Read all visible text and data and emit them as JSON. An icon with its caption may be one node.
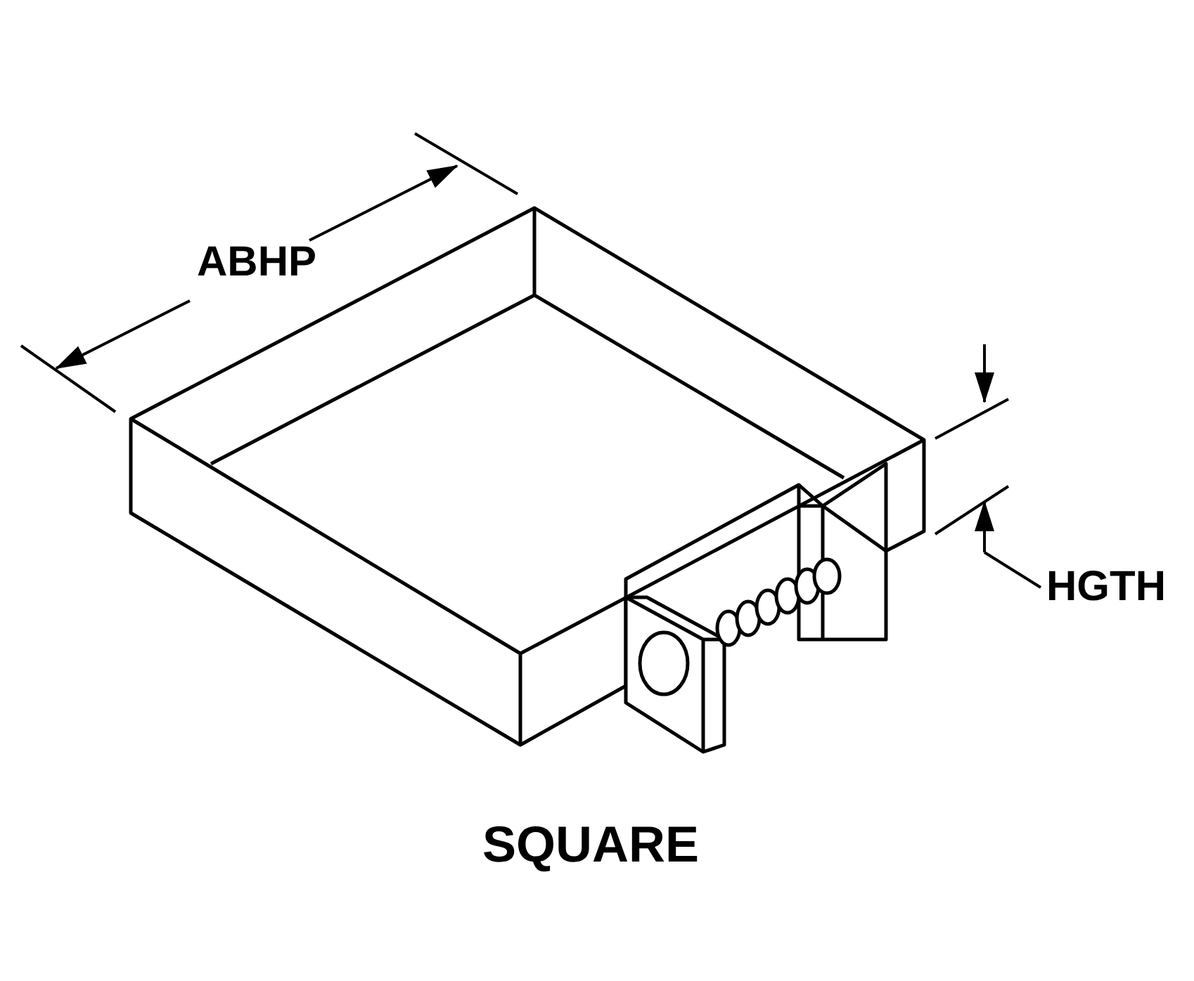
{
  "diagram": {
    "caption": "SQUARE",
    "labels": [
      "ABHP",
      "HGTH"
    ]
  }
}
